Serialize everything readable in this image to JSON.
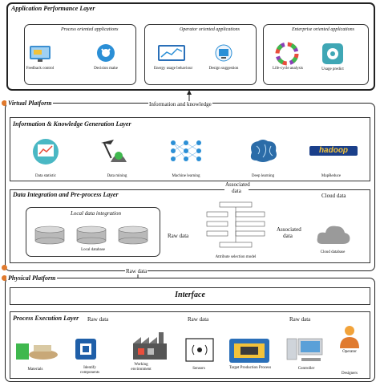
{
  "application_layer": {
    "title": "Application Performance Layer",
    "process_oriented": {
      "title": "Process oriented applications",
      "items": [
        "Feedback control",
        "Decision make"
      ]
    },
    "operator_oriented": {
      "title": "Operator oriented applications",
      "items": [
        "Energy usage behaviour",
        "Design suggestion"
      ]
    },
    "enterprise_oriented": {
      "title": "Enterprise oriented applications",
      "items": [
        "Life-cycle analysis",
        "Usage predict"
      ]
    }
  },
  "virtual_platform": {
    "title": "Virtual Platform",
    "info_label": "Information and knowledge"
  },
  "info_knowledge_layer": {
    "title": "Information & Knowledge Generation Layer",
    "items": [
      "Data statistic",
      "Data mining",
      "Machine learning",
      "Deep learning",
      "MapReduce"
    ],
    "hadoop_logo": "hadoop"
  },
  "integration_layer": {
    "title": "Data Integration and Pre-process Layer",
    "local_integration_title": "Local data integration",
    "local_database": "Local database",
    "attribute_model": "Attribute selection model",
    "cloud_database": "Cloud database",
    "raw_data": "Raw data",
    "associated_data_top": "Associated data",
    "associated_data_mid": "Associated data",
    "cloud_data": "Cloud data"
  },
  "physical_platform": {
    "title": "Physical Platform",
    "raw_data": "Raw data"
  },
  "interface": {
    "title": "Interface"
  },
  "process_layer": {
    "title": "Process Execution Layer",
    "items": [
      "Materials",
      "Identify components",
      "Working environment",
      "Sensors",
      "Target Production Process",
      "Controller",
      "Operator",
      "Designers"
    ],
    "raw_data_labels": [
      "Raw data",
      "Raw data",
      "Raw data"
    ]
  },
  "colors": {
    "accent_orange": "#e07a2e",
    "border": "#333333",
    "icon_blue": "#2b8fd6",
    "icon_teal": "#3fa7b5"
  }
}
